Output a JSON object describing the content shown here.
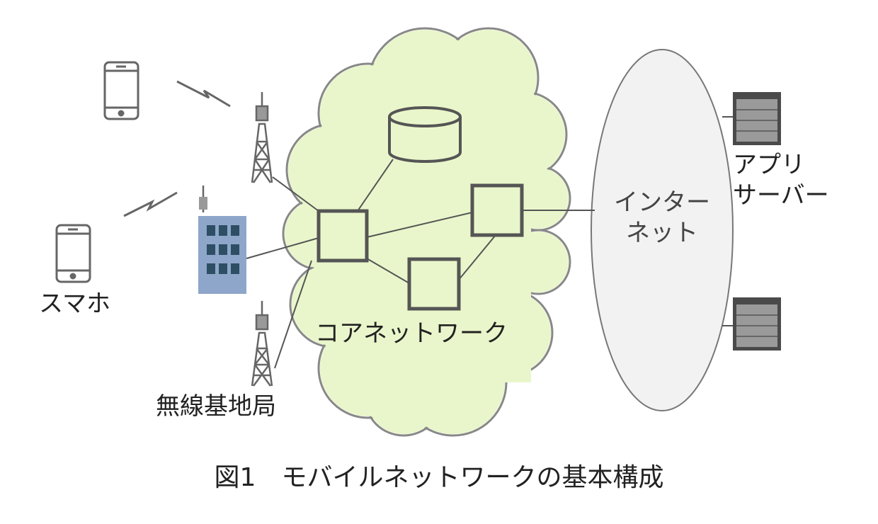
{
  "labels": {
    "smartphone": "スマホ",
    "base_station": "無線基地局",
    "core_network": "コアネットワーク",
    "internet_line1": "インター",
    "internet_line2": "ネット",
    "app_server_line1": "アプリ",
    "app_server_line2": "サーバー"
  },
  "caption": "図1　モバイルネットワークの基本構成",
  "colors": {
    "cloud_fill": "#e9f6cb",
    "cloud_stroke": "#888888",
    "internet_fill": "#f2f2f2",
    "node_stroke": "#555555",
    "building": "#8ea6c9",
    "window": "#2d4e63"
  }
}
